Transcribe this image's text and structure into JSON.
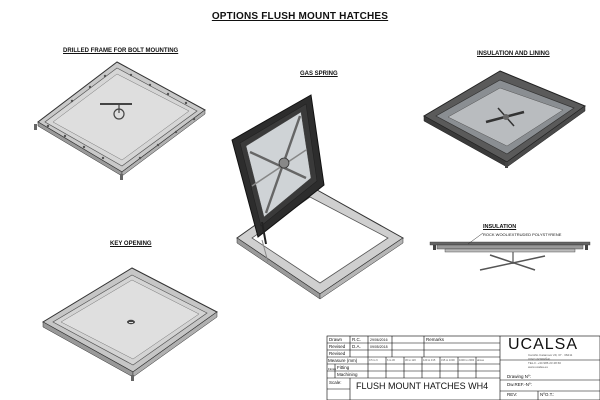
{
  "sheet": {
    "title": "OPTIONS FLUSH MOUNT HATCHES",
    "views": {
      "drilled_frame": "DRILLED FRAME FOR BOLT MOUNTING",
      "gas_spring": "GAS SPRING",
      "insulation_lining": "INSULATION AND LINING",
      "key_opening": "KEY OPENING"
    },
    "insulation_note": {
      "title": "INSULATION",
      "detail": "ROCK WOOL/EXTRUDED POLYSTYRENE"
    }
  },
  "title_block": {
    "drawn_label": "Drawn",
    "drawn_by": "R.C.",
    "drawn_date": "29/06/2016",
    "revised_label": "Revised",
    "revised_by": "D.A.",
    "revised_date": "09/05/2018",
    "revised2_label": "Revised",
    "remarks_label": "Remarks",
    "measure_label": "Measure (mm)",
    "fitting_label": "Fitting",
    "machining_label": "Machining",
    "finish_label": "Finish",
    "scale_label": "Scale:",
    "drawing_title": "FLUSH MOUNT HATCHES WH4",
    "company_logo": "UCALSA",
    "company_address": "Camiño Catamoor 29, 37 · 36211",
    "company_city": "VIGO (ESPAÑA)",
    "company_phone": "TEL.F. +34 986 23 48 60",
    "company_web": "www.ucalsa.es",
    "drawing_no_label": "Drawing Nº:",
    "dw_ref_label": "Dw.REF.-Nº:",
    "rev_label": "REV:",
    "no_t_label": "NºO.T.:",
    "measure_ranges": [
      "0.5 to 6",
      "6 to 30",
      "30 to 120",
      "120 to 315",
      "315 to 1000",
      "1000 to 2000",
      "above"
    ]
  }
}
